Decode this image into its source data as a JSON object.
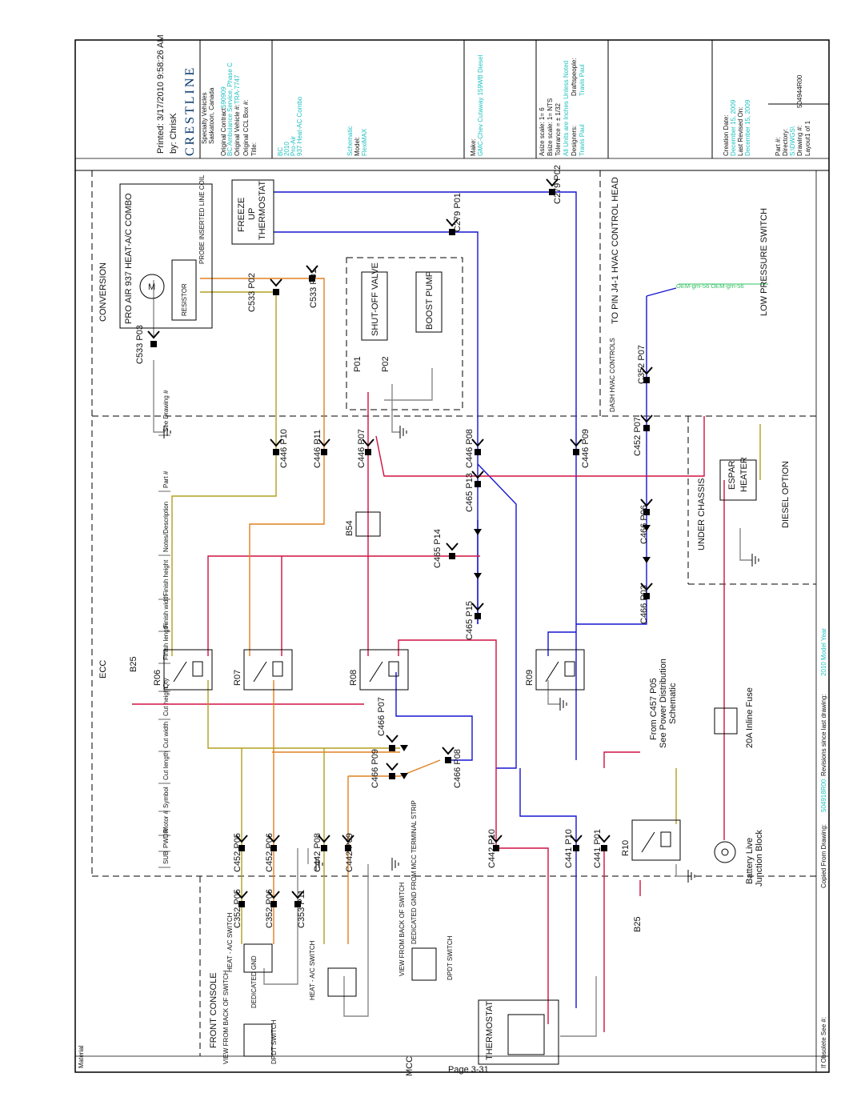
{
  "page": {
    "label": "Page 3-31"
  },
  "header_columns": [
    "SUB",
    "PWDR",
    "Motor #",
    "Symbol",
    "Cut length",
    "Cut width",
    "Cut height",
    "Qty",
    "Finish length",
    "Finish width",
    "Finish height",
    "Notes/Description",
    "Part #",
    "See Drawing #"
  ],
  "footer": {
    "material": "Material",
    "obsolete": "If Obsolete See #:",
    "copied_from": "Copied From Drawing:",
    "copied_value": "504918R00",
    "revisions": "Revisions since last drawing:",
    "revisions_value": "2010 Model Year"
  },
  "title_block": {
    "printed": "Printed: 3/17/2010 9:58:26 AM",
    "by": "by: ChrisK",
    "logo": "CRESTLINE",
    "company1": "Specialty Vehicles",
    "company2": "Saskatoon, Canada",
    "orig_contract_label": "Original Contract:",
    "orig_contract_value": "590909",
    "client": "BC Ambulance Service, Phase C",
    "orig_vehicle_label": "Original Vehicle #:",
    "orig_vehicle_value": "TRA-7747",
    "ccl_label": "Original CCL Box #:",
    "title_label": "Title:",
    "title1": "BC",
    "title2": "2010",
    "title3": "Pro-Air",
    "title4": "937 Heat-AC Combo",
    "type": "Schematic",
    "model_label": "Model:",
    "model_value": "FlexiMAX",
    "make_label": "Make:",
    "make_value": "GMC-Chev Cutaway 159WB Diesel",
    "asize": "Asize scale: 1= 6",
    "bsize": "Bsize scale: 1= NTS",
    "tolerance": "Tolerance = ± 1/32",
    "allunits": "All Units are Inches Unless Noted",
    "designers_label": "Designers:",
    "designers_value": "Travis Paul",
    "drafts_label": "Draftspeople:",
    "drafts_value": "Travis Paul",
    "creation_label": "Creation Date:",
    "creation_value": "December 15, 2009",
    "revised_label": "Last Revised On:",
    "revised_value": "December 15, 2009",
    "part_label": "Part #:",
    "directory_label": "Directory:",
    "directory_value": "S:\\DWGS\\",
    "drawing_label": "Drawing #:",
    "drawing_value": "504944R00",
    "layout": "Layout1 of 1"
  },
  "zones": {
    "conversion": "CONVERSION",
    "ecc": "ECC",
    "mcc": "MCC",
    "under_chassis": "UNDER CHASSIS",
    "dash": "DASH HVAC CONTROLS",
    "diesel": "DIESEL OPTION"
  },
  "components": {
    "pro_air": "PRO AIR 937 HEAT-A/C COMBO",
    "probe": "PROBE INSERTED LINE COIL",
    "motor": "M",
    "resistor": "RESISTOR",
    "freeze1": "FREEZE",
    "freeze2": "UP",
    "freeze3": "THERMOSTAT",
    "shutoff": "SHUT-OFF VALVE",
    "boost": "BOOST PUMP",
    "to_pin": "TO PIN J4-1 HVAC CONTROL HEAD",
    "low_pressure": "LOW PRESSURE SWITCH",
    "oem_wire": "OEM-grn-56  OEM-grn-56",
    "espar1": "ESPAR",
    "espar2": "HEATER",
    "b54": "B54",
    "fuse": "20A Inline Fuse",
    "battery1": "Battery Live",
    "battery2": "Junction Block",
    "from1": "From C457 P05",
    "from2": "See Power Distribution",
    "from3": "Schematic",
    "front_console": "FRONT CONSOLE",
    "view_back": "VIEW FROM BACK OF SWITCH",
    "dedicated": "DEDICATED GND",
    "dedicated2": "DEDICATED GND FROM MCC TERMINAL STRIP",
    "dpdt": "DPDT SWITCH",
    "heat_ac": "HEAT - A/C SWITCH",
    "thermostat": "THERMOSTAT",
    "b25": "B25",
    "relays": [
      "R06",
      "R07",
      "R08",
      "R09",
      "R10"
    ]
  },
  "connectors": [
    "C533 P03",
    "C533 P01",
    "C533 P02",
    "C279 P01",
    "C279 P02",
    "C446 P10",
    "C446 P11",
    "C446 P07",
    "C446 P08",
    "C446 P09",
    "C465 P13",
    "C465 P14",
    "C465 P15",
    "C452 P07",
    "C466 P06",
    "C466 P03",
    "C466 P07",
    "C466 P08",
    "C466 P09",
    "C452 P05",
    "C452 P06",
    "C442 P08",
    "C442 P09",
    "C442 P10",
    "C441 P10",
    "C441 P01",
    "C352 P05",
    "C352 P06",
    "C353 P11",
    "C352 P07",
    "P01",
    "P02"
  ]
}
